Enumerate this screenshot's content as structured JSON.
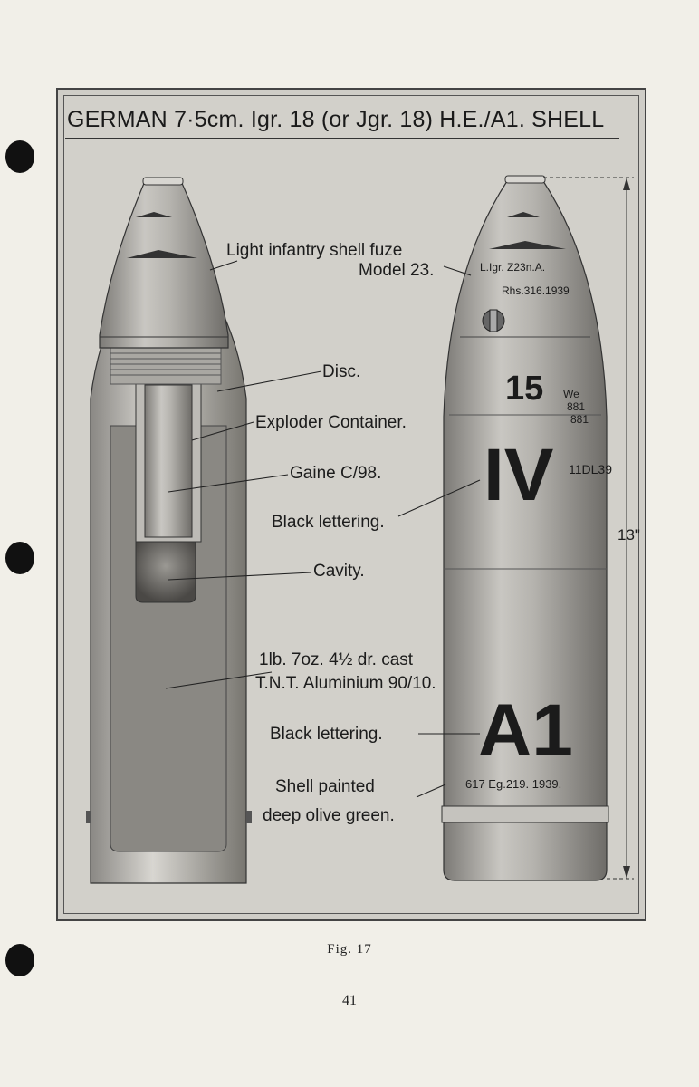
{
  "title": "GERMAN 7·5cm. Igr. 18 (or Jgr. 18) H.E./A1. SHELL",
  "labels": {
    "fuze_line1": "Light infantry shell fuze",
    "fuze_line2": "Model 23.",
    "disc": "Disc.",
    "exploder": "Exploder Container.",
    "gaine": "Gaine C/98.",
    "black_lettering_1": "Black lettering.",
    "cavity": "Cavity.",
    "filling_line1": "1lb. 7oz. 4½ dr. cast",
    "filling_line2": "T.N.T. Aluminium 90/10.",
    "black_lettering_2": "Black lettering.",
    "painted_line1": "Shell painted",
    "painted_line2": "deep olive green.",
    "length": "13\""
  },
  "shell_markings": {
    "fuze_mark_1": "L.Igr. Z23n.A.",
    "fuze_mark_2": "Rhs.316.1939",
    "number": "15",
    "stamp_1": "We",
    "stamp_2": "881",
    "stamp_3": "881",
    "roman": "IV",
    "date_mark": "11DL39",
    "filling_mark": "A1",
    "lot_mark": "617 Eg.219. 1939."
  },
  "caption": "Fig. 17",
  "page_number": "41",
  "colors": {
    "paper": "#f1efe8",
    "plate": "#d2d0ca",
    "shell_body": "#9e9c97",
    "filling": "#7d7b76",
    "ink": "#1a1a1a"
  }
}
